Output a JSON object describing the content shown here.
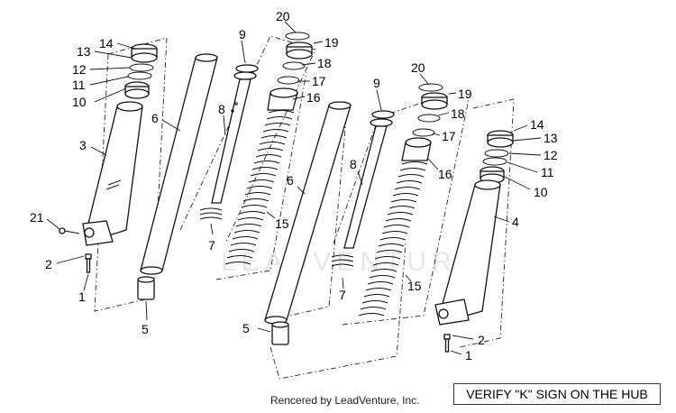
{
  "watermark": "LEADVENTURE",
  "credit": "Rencered by LeadVenture, Inc.",
  "note": "VERIFY \"K\" SIGN ON THE HUB",
  "left_assembly": {
    "labels": [
      "14",
      "13",
      "12",
      "11",
      "10",
      "3",
      "6",
      "9",
      "8",
      "20",
      "19",
      "18",
      "17",
      "16",
      "15",
      "7",
      "21",
      "2",
      "1",
      "5"
    ]
  },
  "right_assembly": {
    "labels": [
      "9",
      "20",
      "19",
      "18",
      "17",
      "16",
      "8",
      "6",
      "14",
      "13",
      "12",
      "11",
      "10",
      "4",
      "15",
      "7",
      "5",
      "2",
      "1"
    ]
  }
}
